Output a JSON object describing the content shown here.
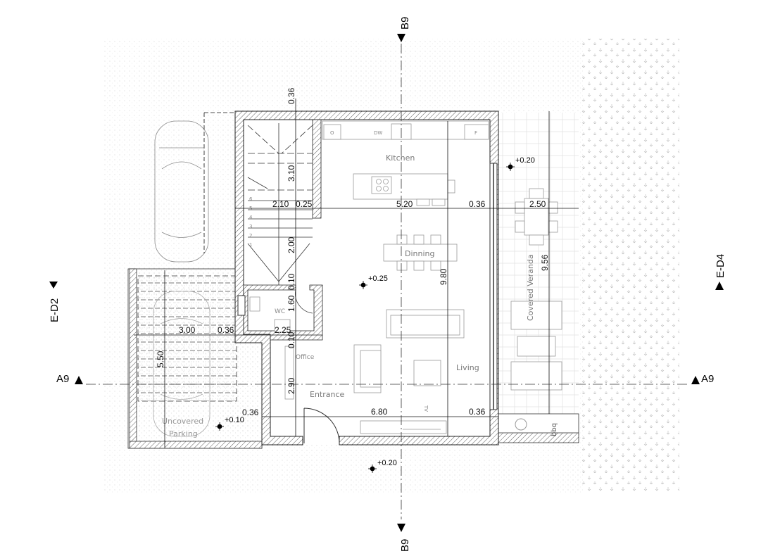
{
  "rooms": {
    "kitchen": "Kitchen",
    "dinning": "Dinning",
    "living": "Living",
    "entrance": "Entrance",
    "office": "Office",
    "wc": "WC",
    "veranda": "Covered Veranda",
    "parking_1": "Uncovered",
    "parking_2": "Parking",
    "bbq": "bbq",
    "tv": "TV"
  },
  "appliances": {
    "oven": "O",
    "dishwasher": "DW",
    "fridge": "F"
  },
  "stairs": [
    "1",
    "2",
    "3",
    "4",
    "5",
    "6"
  ],
  "dimensions": {
    "d_036_top": "0.36",
    "d_310": "3.10",
    "d_210": "2.10",
    "d_025": "0.25",
    "d_520": "5.20",
    "d_036_r": "0.36",
    "d_250": "2.50",
    "d_200": "2.00",
    "d_010a": "0.10",
    "d_160": "1.60",
    "d_300": "3.00",
    "d_036_p": "0.36",
    "d_225": "2.25",
    "d_010b": "0.10",
    "d_550": "5.50",
    "d_290": "2.90",
    "d_036_e": "0.36",
    "d_680": "6.80",
    "d_036_br": "0.36",
    "d_980": "9.80",
    "d_956": "9.56"
  },
  "levels": {
    "veranda": "+0.20",
    "interior": "+0.25",
    "parking": "+0.10",
    "outside": "+0.20"
  },
  "section_marks": {
    "top": "B9",
    "bottom": "B9",
    "left": "A9",
    "right": "A9",
    "elev_left": "E-D2",
    "elev_right": "E-D4"
  }
}
